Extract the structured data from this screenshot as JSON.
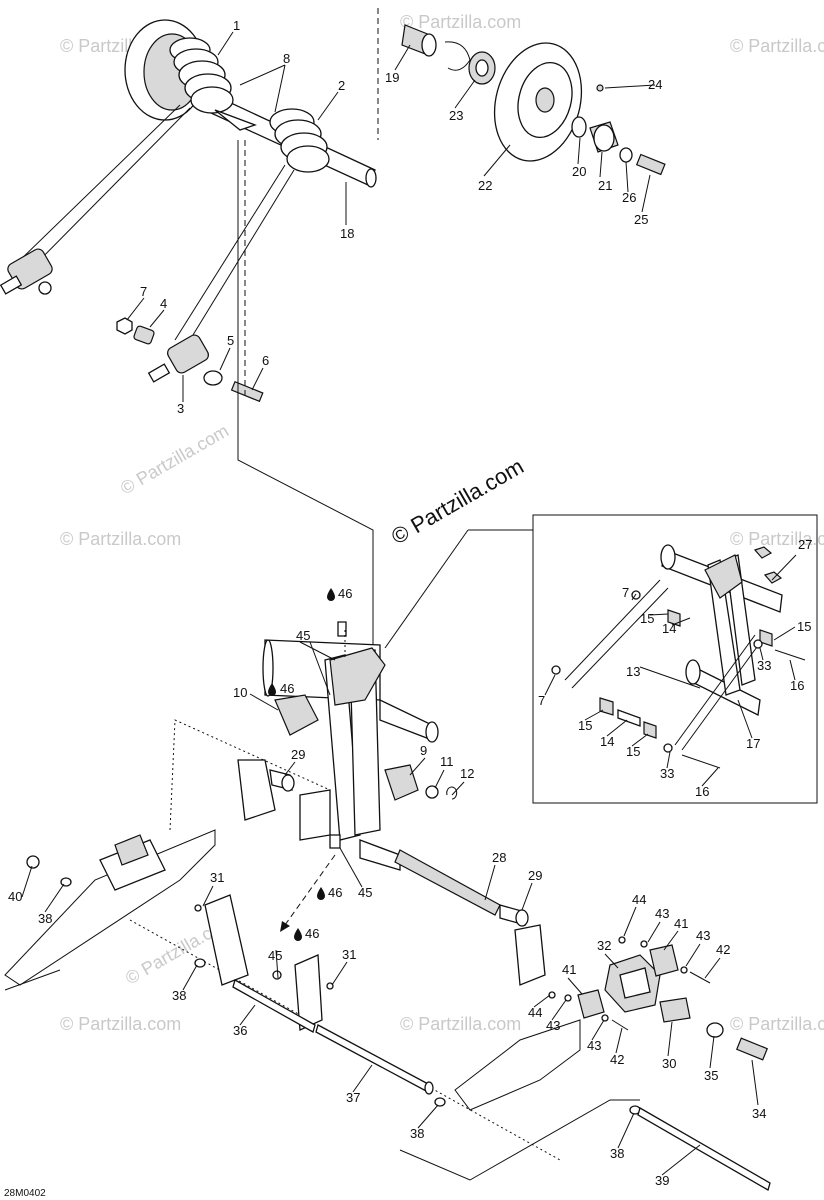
{
  "brand": "© Partzilla.com",
  "watermark": "© Partzilla.com",
  "diagram_code": "28M0402",
  "callouts": {
    "c1": "1",
    "c2": "2",
    "c3": "3",
    "c4": "4",
    "c5": "5",
    "c6": "6",
    "c7a": "7",
    "c8": "8",
    "c18": "18",
    "c19": "19",
    "c20": "20",
    "c21": "21",
    "c22": "22",
    "c23": "23",
    "c24": "24",
    "c25": "25",
    "c26": "26",
    "c46a": "46",
    "c45a": "45",
    "c10": "10",
    "c46b": "46",
    "c29a": "29",
    "c9": "9",
    "c11": "11",
    "c12": "12",
    "c46c": "46",
    "c45b": "45",
    "c28": "28",
    "c29b": "29",
    "c40": "40",
    "c38a": "38",
    "c31a": "31",
    "c46d": "46",
    "c45c": "45",
    "c31b": "31",
    "c38b": "38",
    "c36": "36",
    "c37": "37",
    "c38c": "38",
    "c38d": "38",
    "c39": "39",
    "c44a": "44",
    "c43a": "43",
    "c41a": "41",
    "c43b": "43",
    "c42a": "42",
    "c32": "32",
    "c41b": "41",
    "c44b": "44",
    "c43c": "43",
    "c43d": "43",
    "c42b": "42",
    "c30": "30",
    "c35": "35",
    "c34": "34",
    "c27": "27",
    "c7b": "7",
    "c15a": "15",
    "c14a": "14",
    "c15b": "15",
    "c13": "13",
    "c33a": "33",
    "c16a": "16",
    "c7c": "7",
    "c15c": "15",
    "c14b": "14",
    "c15d": "15",
    "c17": "17",
    "c33b": "33",
    "c16b": "16"
  },
  "lube_icon": "oil-drop-icon"
}
